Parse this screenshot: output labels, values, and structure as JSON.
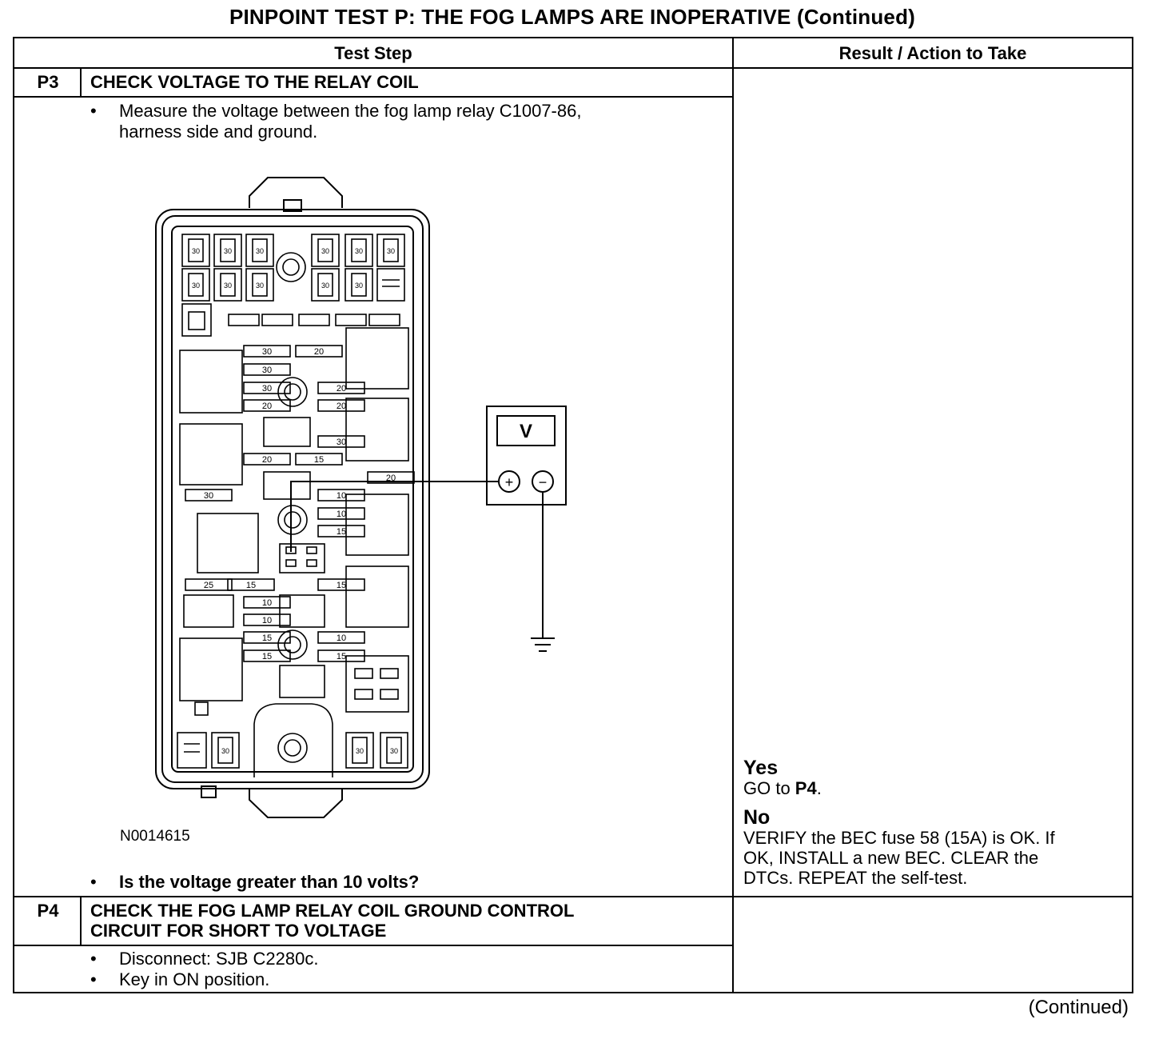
{
  "page_title": "PINPOINT TEST P: THE FOG LAMPS ARE INOPERATIVE (Continued)",
  "table": {
    "col_test_step": "Test Step",
    "col_result": "Result / Action to Take"
  },
  "steps": [
    {
      "id": "P3",
      "title": "CHECK VOLTAGE TO THE RELAY COIL",
      "bullets": [
        "Measure the voltage between the fog lamp relay C1007-86,",
        "harness side and ground."
      ],
      "figure_id": "N0014615",
      "question": "Is the voltage greater than 10 volts?",
      "yes_label": "Yes",
      "yes_action_text": "GO to ",
      "yes_action_target": "P4",
      "yes_action_end": ".",
      "no_label": "No",
      "no_lines": [
        "VERIFY the BEC fuse 58 (15A) is OK. If",
        "OK, INSTALL a new BEC. CLEAR the",
        "DTCs. REPEAT the self-test."
      ]
    },
    {
      "id": "P4",
      "title_lines": [
        "CHECK THE FOG LAMP RELAY COIL GROUND CONTROL",
        "CIRCUIT FOR SHORT TO VOLTAGE"
      ],
      "bullets": [
        "Disconnect: SJB C2280c.",
        "Key in ON position."
      ]
    }
  ],
  "diagram": {
    "meter_label": "V",
    "plus_symbol": "+",
    "minus_symbol": "−",
    "fuse_labels": [
      "30",
      "20",
      "30",
      "30",
      "20",
      "20",
      "20",
      "30",
      "20",
      "15",
      "20",
      "30",
      "10",
      "10",
      "15",
      "25",
      "15",
      "15",
      "10",
      "10",
      "15",
      "10",
      "15",
      "15"
    ],
    "mini_fuse_label": "30"
  },
  "footer": {
    "continued": "(Continued)"
  },
  "bullet_char": "•"
}
